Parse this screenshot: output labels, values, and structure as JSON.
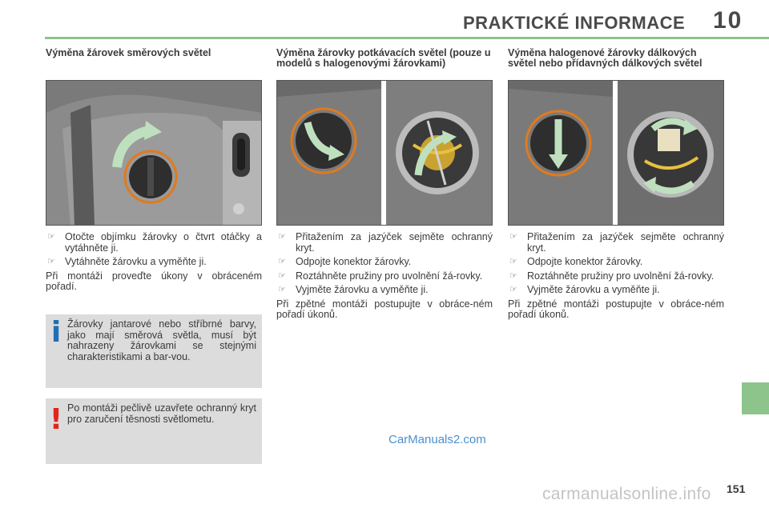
{
  "header": {
    "title": "PRAKTICKÉ INFORMACE",
    "chapter": "10"
  },
  "columns": [
    {
      "title": "Výměna žárovek směrových světel",
      "steps": [
        "Otočte objímku žárovky o čtvrt otáčky a vytáhněte ji.",
        "Vytáhněte žárovku a vyměňte ji."
      ],
      "note": "Při montáži proveďte úkony v obráceném pořadí."
    },
    {
      "title": "Výměna žárovky potkávacích světel (pouze u modelů s halogenovými žárovkami)",
      "steps": [
        "Přitažením za jazýček sejměte ochranný kryt.",
        "Odpojte konektor žárovky.",
        "Roztáhněte pružiny pro uvolnění žá-rovky.",
        "Vyjměte žárovku a vyměňte ji."
      ],
      "note": "Při zpětné montáži postupujte v obráce-ném pořadí úkonů."
    },
    {
      "title": "Výměna halogenové žárovky dálkových světel nebo přídavných dálkových světel",
      "steps": [
        "Přitažením za jazýček sejměte ochranný kryt.",
        "Odpojte konektor žárovky.",
        "Roztáhněte pružiny pro uvolnění žá-rovky.",
        "Vyjměte žárovku a vyměňte ji."
      ],
      "note": "Při zpětné montáži postupujte v obráce-ném pořadí úkonů."
    }
  ],
  "info_box": {
    "icon": "info-icon",
    "icon_glyph": "i",
    "text": "Žárovky jantarové nebo stříbrné barvy, jako mají směrová světla, musí být nahrazeny žárovkami se stejnými charakteristikami a bar-vou."
  },
  "warning_box": {
    "icon": "exclamation-icon",
    "icon_glyph": "!",
    "text": "Po montáži pečlivě uzavřete ochranný kryt pro zaručení těsnosti světlometu."
  },
  "bullet_glyph": "☞",
  "watermark_mid": "CarManuals2.com",
  "page_number": "151",
  "watermark_bottom": "carmanualsonline.info",
  "colors": {
    "accent_green": "#8cc48c",
    "info_blue": "#1e6fb5",
    "warning_red": "#e0261c",
    "box_gray": "#dcdcdc",
    "highlight_orange": "#e07a1f"
  }
}
